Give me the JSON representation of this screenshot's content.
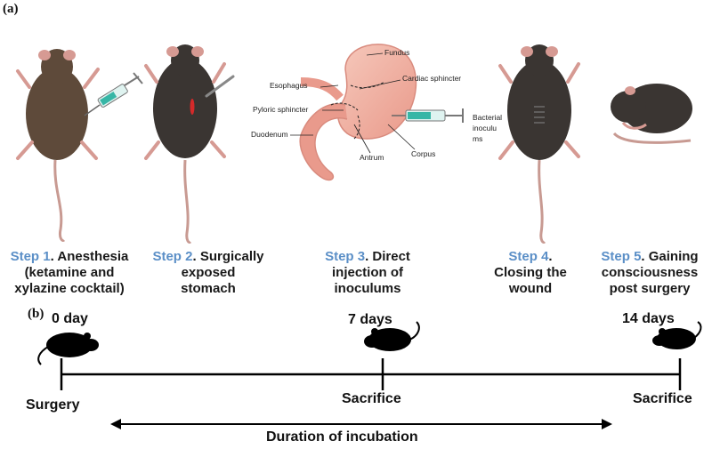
{
  "panel_a": {
    "label": "(a)",
    "steps": [
      {
        "num": "Step 1",
        "text_1": ". Anesthesia",
        "text_2": "(ketamine and",
        "text_3": "xylazine cocktail)"
      },
      {
        "num": "Step 2",
        "text_1": ". Surgically",
        "text_2": "exposed",
        "text_3": "stomach"
      },
      {
        "num": "Step 3",
        "text_1": ". Direct",
        "text_2": "injection of",
        "text_3": "inoculums"
      },
      {
        "num": "Step 4",
        "text_1": ".",
        "text_2": "Closing the",
        "text_3": "wound"
      },
      {
        "num": "Step 5",
        "text_1": ". Gaining",
        "text_2": "consciousness",
        "text_3": "post surgery"
      }
    ],
    "stomach_labels": {
      "fundus": "Fundus",
      "esophagus": "Esophagus",
      "cardiac": "Cardiac sphincter",
      "pyloric": "Pyloric sphincter",
      "duodenum": "Duodenum",
      "antrum": "Antrum",
      "corpus": "Corpus",
      "bacterial_1": "Bacterial",
      "bacterial_2": "inoculu",
      "bacterial_3": "ms"
    }
  },
  "panel_b": {
    "label": "(b)",
    "day0": "0 day",
    "day7": "7 days",
    "day14": "14 days",
    "surgery": "Surgery",
    "sacrifice_7": "Sacrifice",
    "sacrifice_14": "Sacrifice",
    "duration": "Duration of incubation"
  },
  "colors": {
    "step_blue": "#5b8fc7",
    "mouse_brown": "#5e4a3a",
    "mouse_dark": "#3a3532",
    "tail_pink": "#c89a92",
    "stomach_pink": "#f1b7a8",
    "timeline": "#000000"
  }
}
